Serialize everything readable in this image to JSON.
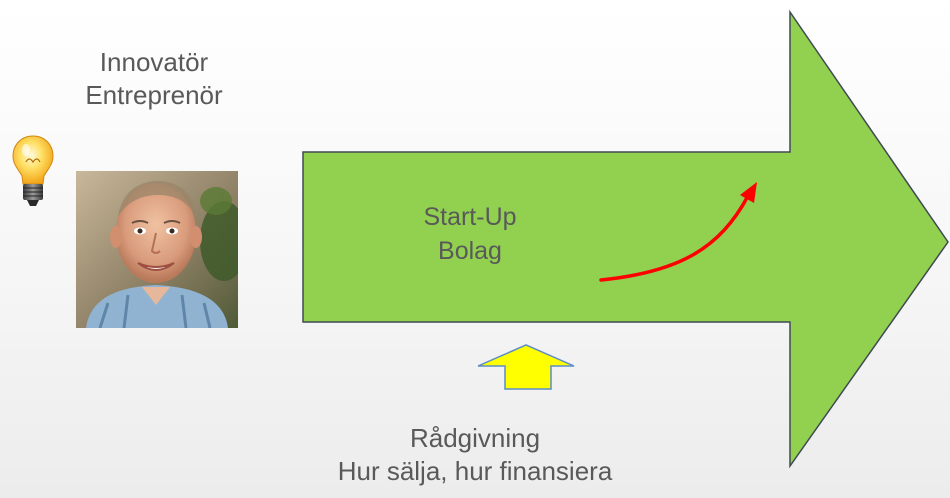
{
  "innovator": {
    "line1": "Innovatör",
    "line2": "Entreprenör"
  },
  "company": {
    "line1": "Start-Up",
    "line2": "Bolag"
  },
  "advice": {
    "line1": "Rådgivning",
    "line2": "Hur sälja, hur finansiera"
  },
  "colors": {
    "big_arrow_fill": "#92d050",
    "big_arrow_stroke": "#3f4a52",
    "small_arrow_fill": "#ffff00",
    "small_arrow_stroke": "#5b8cc7",
    "growth_curve": "#ff0000"
  },
  "icons": {
    "idea": "lightbulb-icon",
    "person": "person-photo"
  }
}
